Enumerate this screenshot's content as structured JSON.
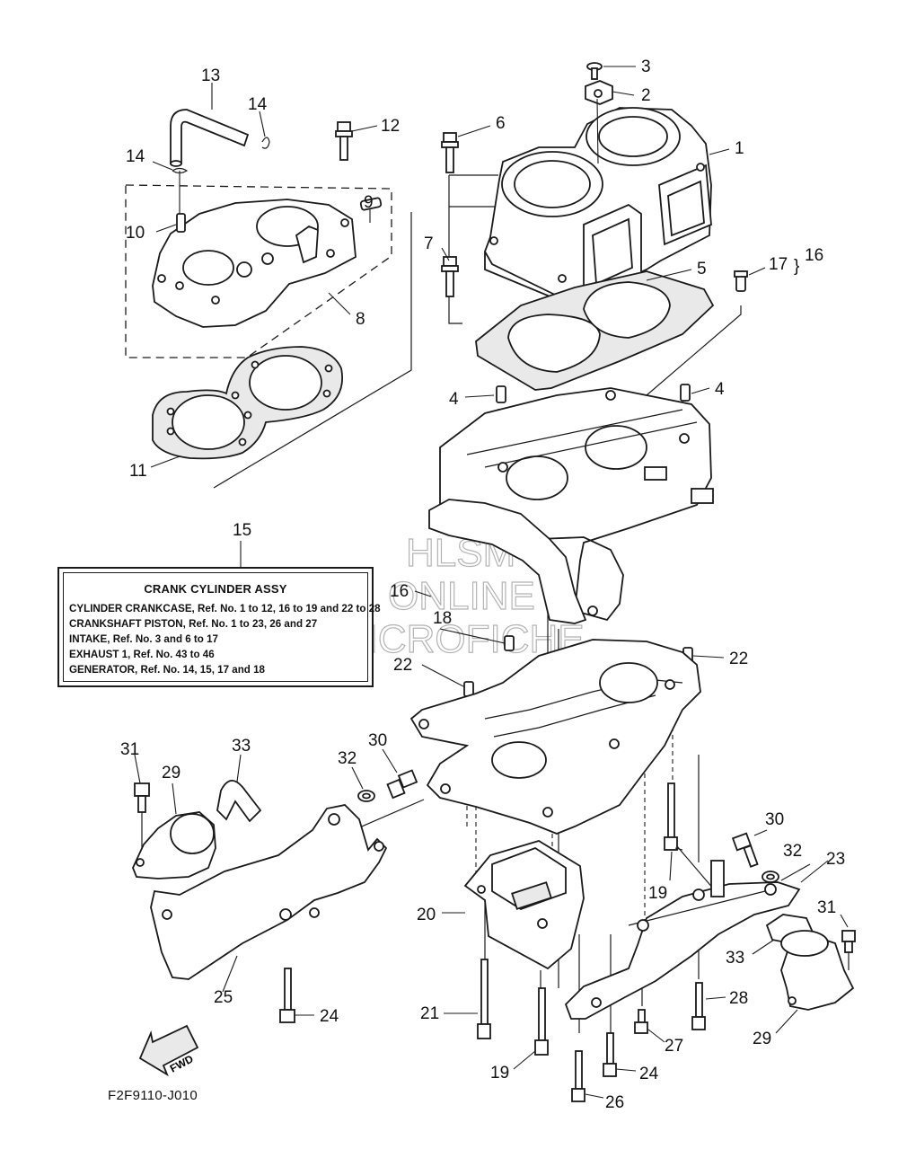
{
  "diagram": {
    "drawing_code": "F2F9110-J010",
    "fwd_label": "FWD",
    "watermark": [
      "HLSM",
      "ONLINE",
      "MICROFICHE"
    ],
    "assembly_box": {
      "title": "CRANK CYLINDER ASSY",
      "lines": [
        "CYLINDER CRANKCASE, Ref. No. 1 to 12, 16 to 19 and 22 to 28",
        "CRANKSHAFT PISTON, Ref. No. 1 to 23, 26 and 27",
        "INTAKE, Ref. No. 3 and 6 to 17",
        "EXHAUST 1, Ref. No. 43 to 46",
        "GENERATOR, Ref. No. 14, 15, 17 and 18"
      ]
    },
    "callouts": [
      "1",
      "2",
      "3",
      "4",
      "4",
      "5",
      "6",
      "7",
      "8",
      "9",
      "10",
      "11",
      "12",
      "13",
      "14",
      "14",
      "15",
      "16",
      "16",
      "17",
      "18",
      "19",
      "19",
      "20",
      "21",
      "22",
      "22",
      "23",
      "24",
      "24",
      "25",
      "26",
      "27",
      "28",
      "29",
      "29",
      "30",
      "30",
      "31",
      "31",
      "32",
      "32",
      "33",
      "33"
    ]
  }
}
